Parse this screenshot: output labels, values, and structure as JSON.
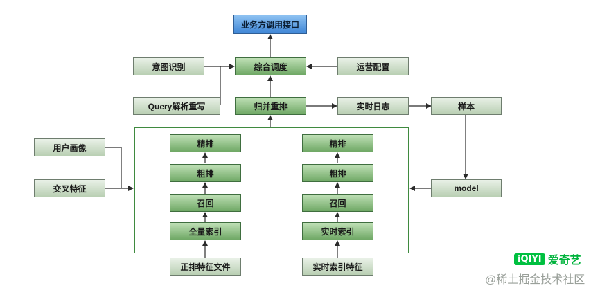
{
  "nodes": {
    "business_api": "业务方调用接口",
    "intent": "意图识别",
    "scheduling": "综合调度",
    "ops_config": "运营配置",
    "query_rewrite": "Query解析重写",
    "merge_rerank": "归并重排",
    "realtime_log": "实时日志",
    "samples": "样本",
    "user_profile": "用户画像",
    "cross_features": "交叉特征",
    "model": "model",
    "left_fine": "精排",
    "left_coarse": "粗排",
    "left_recall": "召回",
    "left_full_index": "全量索引",
    "left_source": "正排特征文件",
    "right_fine": "精排",
    "right_coarse": "粗排",
    "right_recall": "召回",
    "right_realtime_index": "实时索引",
    "right_source": "实时索引特征"
  },
  "watermark": {
    "logo_badge": "iQIYI",
    "logo_text": "爱奇艺",
    "text": "@稀土掘金技术社区"
  },
  "colors": {
    "arrow": "#2b2b2b",
    "group_border": "#3f8a3f",
    "api_box": "#3f86d6",
    "dark_box": "#6fa865",
    "pale_box": "#b9cfb3"
  }
}
